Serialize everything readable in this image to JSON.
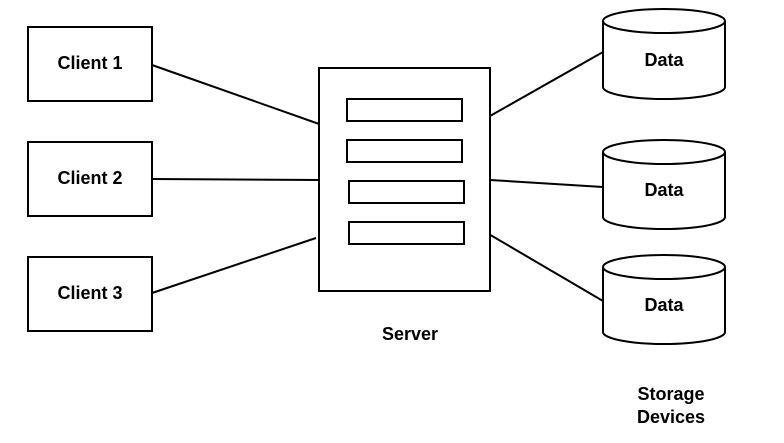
{
  "clients": [
    {
      "label": "Client 1"
    },
    {
      "label": "Client 2"
    },
    {
      "label": "Client 3"
    }
  ],
  "server": {
    "label": "Server",
    "slot_count": 4
  },
  "storage": {
    "caption_line1": "Storage",
    "caption_line2": "Devices",
    "devices": [
      {
        "label": "Data"
      },
      {
        "label": "Data"
      },
      {
        "label": "Data"
      }
    ]
  },
  "colors": {
    "stroke": "#000000",
    "fill": "#ffffff",
    "text": "#000000"
  }
}
